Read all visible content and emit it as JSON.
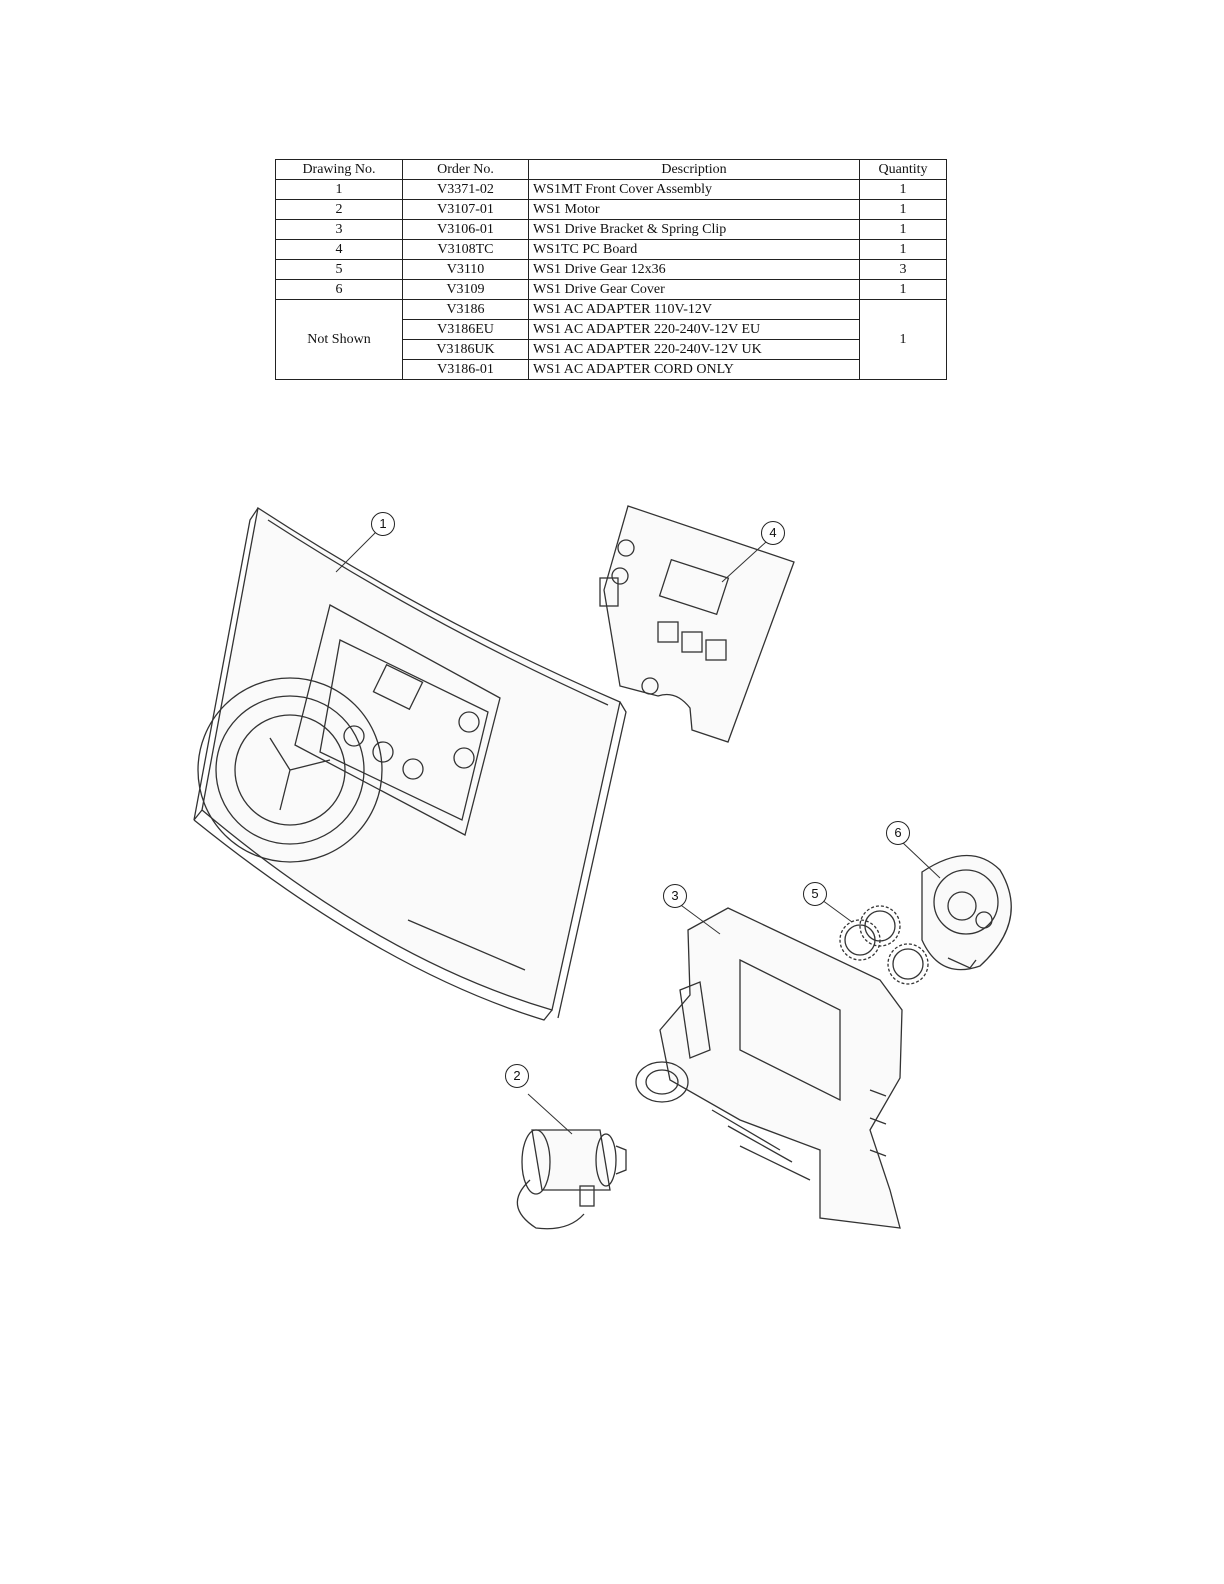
{
  "table": {
    "headers": [
      "Drawing No.",
      "Order No.",
      "Description",
      "Quantity"
    ],
    "rows": [
      {
        "drawing": "1",
        "order": "V3371-02",
        "description": "WS1MT Front Cover Assembly",
        "quantity": "1"
      },
      {
        "drawing": "2",
        "order": "V3107-01",
        "description": "WS1 Motor",
        "quantity": "1"
      },
      {
        "drawing": "3",
        "order": "V3106-01",
        "description": "WS1 Drive Bracket & Spring Clip",
        "quantity": "1"
      },
      {
        "drawing": "4",
        "order": "V3108TC",
        "description": "WS1TC PC Board",
        "quantity": "1"
      },
      {
        "drawing": "5",
        "order": "V3110",
        "description": "WS1 Drive Gear 12x36",
        "quantity": "3"
      },
      {
        "drawing": "6",
        "order": "V3109",
        "description": "WS1 Drive Gear Cover",
        "quantity": "1"
      }
    ],
    "not_shown": {
      "drawing": "Not Shown",
      "quantity": "1",
      "rows": [
        {
          "order": "V3186",
          "description": "WS1 AC ADAPTER 110V-12V"
        },
        {
          "order": "V3186EU",
          "description": "WS1 AC ADAPTER 220-240V-12V EU"
        },
        {
          "order": "V3186UK",
          "description": "WS1 AC ADAPTER 220-240V-12V UK"
        },
        {
          "order": "V3186-01",
          "description": "WS1 AC ADAPTER CORD ONLY"
        }
      ]
    }
  },
  "diagram": {
    "callouts": [
      "1",
      "2",
      "3",
      "4",
      "5",
      "6"
    ]
  }
}
